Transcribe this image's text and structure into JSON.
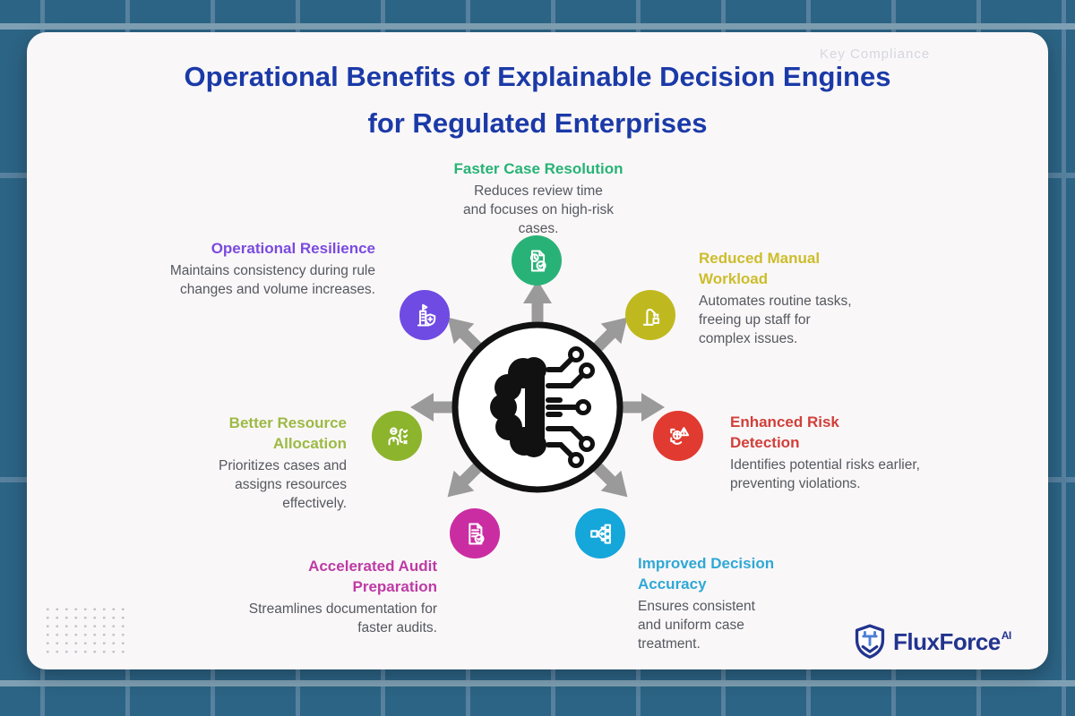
{
  "header": {
    "watermark": "Key Compliance",
    "title_line1": "Operational Benefits of Explainable Decision Engines",
    "title_line2": "for Regulated Enterprises"
  },
  "benefits": [
    {
      "title": "Faster Case Resolution",
      "body": "Reduces review time and focuses on high-risk cases.",
      "color": "#27b376",
      "icon": "document-clock-check-icon",
      "position": "top"
    },
    {
      "title": "Operational Resilience",
      "body": "Maintains consistency during rule changes and volume increases.",
      "color": "#7a4be0",
      "icon": "building-shield-icon",
      "position": "upper-left"
    },
    {
      "title": "Reduced Manual Workload",
      "body": "Automates routine tasks, freeing up staff for complex issues.",
      "color": "#cdbd2d",
      "icon": "robotic-arm-icon",
      "position": "upper-right"
    },
    {
      "title": "Better Resource Allocation",
      "body": "Prioritizes cases and assigns resources effectively.",
      "color": "#9cba45",
      "icon": "person-checklist-icon",
      "position": "left"
    },
    {
      "title": "Enhanced Risk Detection",
      "body": "Identifies potential risks earlier, preventing violations.",
      "color": "#d0403a",
      "icon": "risk-scan-warning-icon",
      "position": "right"
    },
    {
      "title": "Accelerated Audit Preparation",
      "body": "Streamlines documentation for faster audits.",
      "color": "#bd3ba5",
      "icon": "audit-document-check-icon",
      "position": "lower-left"
    },
    {
      "title": "Improved Decision Accuracy",
      "body": "Ensures consistent and uniform case treatment.",
      "color": "#2fa8d5",
      "icon": "decision-branch-icon",
      "position": "lower-right"
    }
  ],
  "center": {
    "icon": "brain-circuit-icon",
    "arrow_count": 7
  },
  "footer": {
    "brand": "FluxForce",
    "brand_suffix": "AI"
  },
  "colors": {
    "background": "#2c6485",
    "grid_line": "#57819f",
    "card": "#faf7f8",
    "title_text": "#1b3aa8",
    "body_text": "#54585f",
    "arrow": "#9a9a9a",
    "logo_navy": "#22348f",
    "logo_light_blue": "#4d7fd8"
  }
}
